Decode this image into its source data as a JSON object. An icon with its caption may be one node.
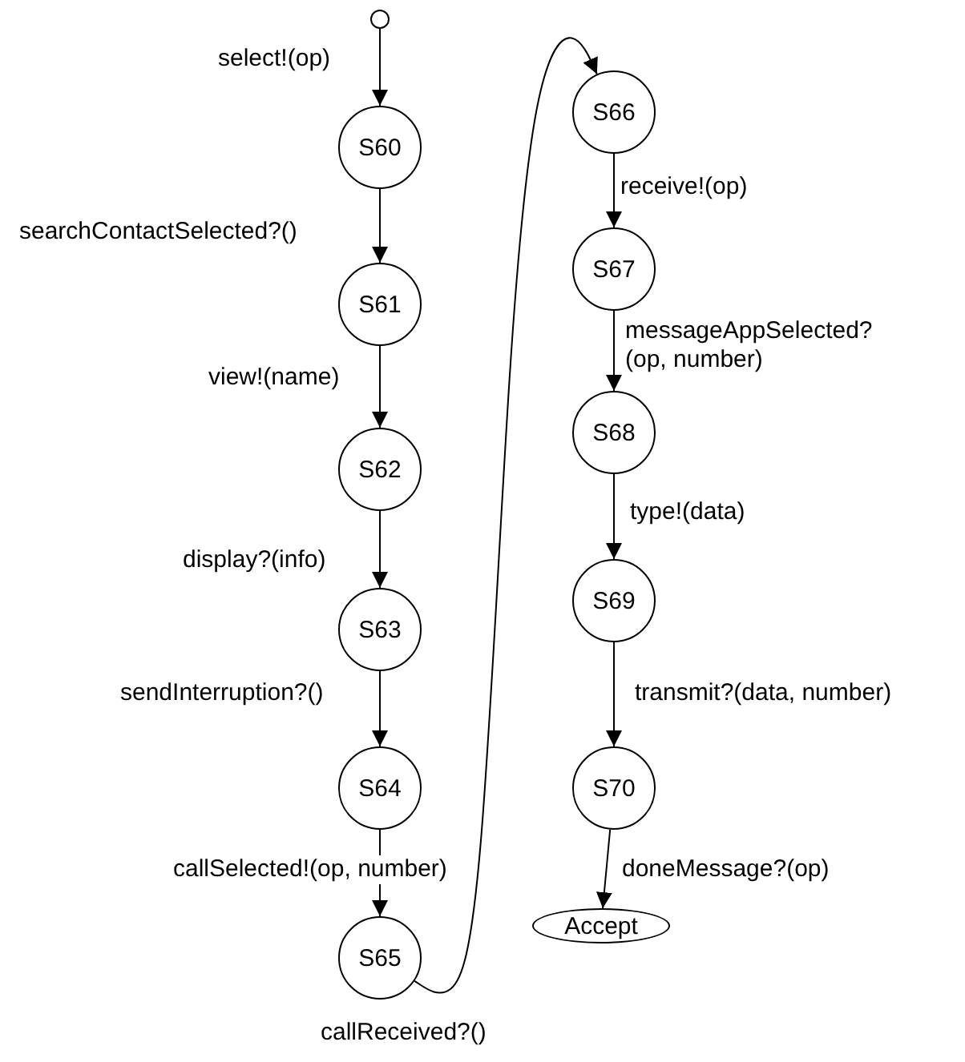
{
  "diagram": {
    "nodes": [
      {
        "text": [],
        "shape": "circle"
      },
      {
        "text": [
          "S60"
        ]
      },
      {
        "text": [
          "S61"
        ]
      },
      {
        "text": [
          "S62"
        ]
      },
      {
        "text": [
          "S63"
        ]
      },
      {
        "text": [
          "S64"
        ]
      },
      {
        "text": [
          "S65"
        ]
      },
      {
        "text": [
          "S66"
        ]
      },
      {
        "text": [
          "S67"
        ]
      },
      {
        "text": [
          "S68"
        ]
      },
      {
        "text": [
          "S69"
        ]
      },
      {
        "text": [
          "S70"
        ]
      },
      {
        "text": [
          "Accept"
        ]
      }
    ],
    "edges": [
      {
        "from": 0,
        "to": 1,
        "arrow": "to",
        "label": "select!(op)"
      },
      {
        "from": 1,
        "to": 2,
        "arrow": "to",
        "label": "searchContactSelected?()"
      },
      {
        "from": 2,
        "to": 3,
        "arrow": "to",
        "label": "view!(name)"
      },
      {
        "from": 3,
        "to": 4,
        "arrow": "to",
        "label": "display?(info)"
      },
      {
        "from": 4,
        "to": 5,
        "arrow": "to",
        "label": "sendInterruption?()"
      },
      {
        "from": 5,
        "to": 6,
        "arrow": "to",
        "label": "callSelected!(op, number)"
      },
      {
        "from": 6,
        "to": 7,
        "arrow": "to",
        "label": "callReceived?()"
      },
      {
        "from": 7,
        "to": 8,
        "arrow": "to",
        "label": "receive!(op)"
      },
      {
        "from": 8,
        "to": 9,
        "arrow": "to",
        "label": "messageAppSelected? (op, number)"
      },
      {
        "from": 9,
        "to": 10,
        "arrow": "to",
        "label": "type!(data)"
      },
      {
        "from": 10,
        "to": 11,
        "arrow": "to",
        "label": "transmit?(data, number)"
      },
      {
        "from": 11,
        "to": 12,
        "arrow": "to",
        "label": "doneMessage?(op)"
      }
    ]
  }
}
